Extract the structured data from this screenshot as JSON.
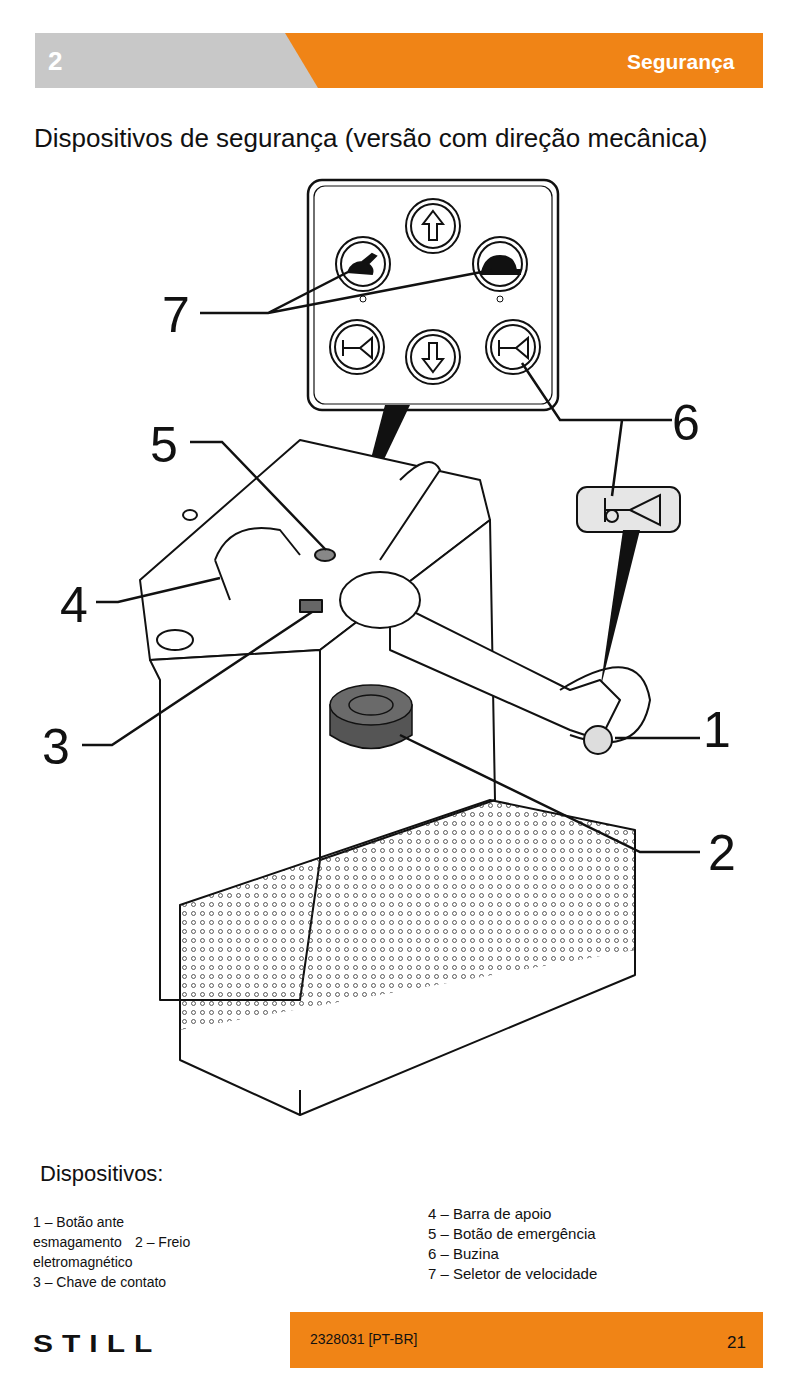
{
  "diagram": {
    "title": "Dispositivos de segurança (versão com direção mecânica)",
    "labels": [
      "2",
      "Segurança",
      "7",
      "6",
      "5",
      "4",
      "3",
      "1",
      "2",
      "Dispositivos:",
      "1 – Botão ante esmagamento",
      "2 – Freio eletromagnético",
      "3 – Chave de contato",
      "4 – Barra de apoio",
      "5 – Botão de emergência",
      "6 – Buzina",
      "7 – Seletor de velocidade",
      "STILL",
      "2328031 [PT-BR]",
      "21"
    ]
  }
}
